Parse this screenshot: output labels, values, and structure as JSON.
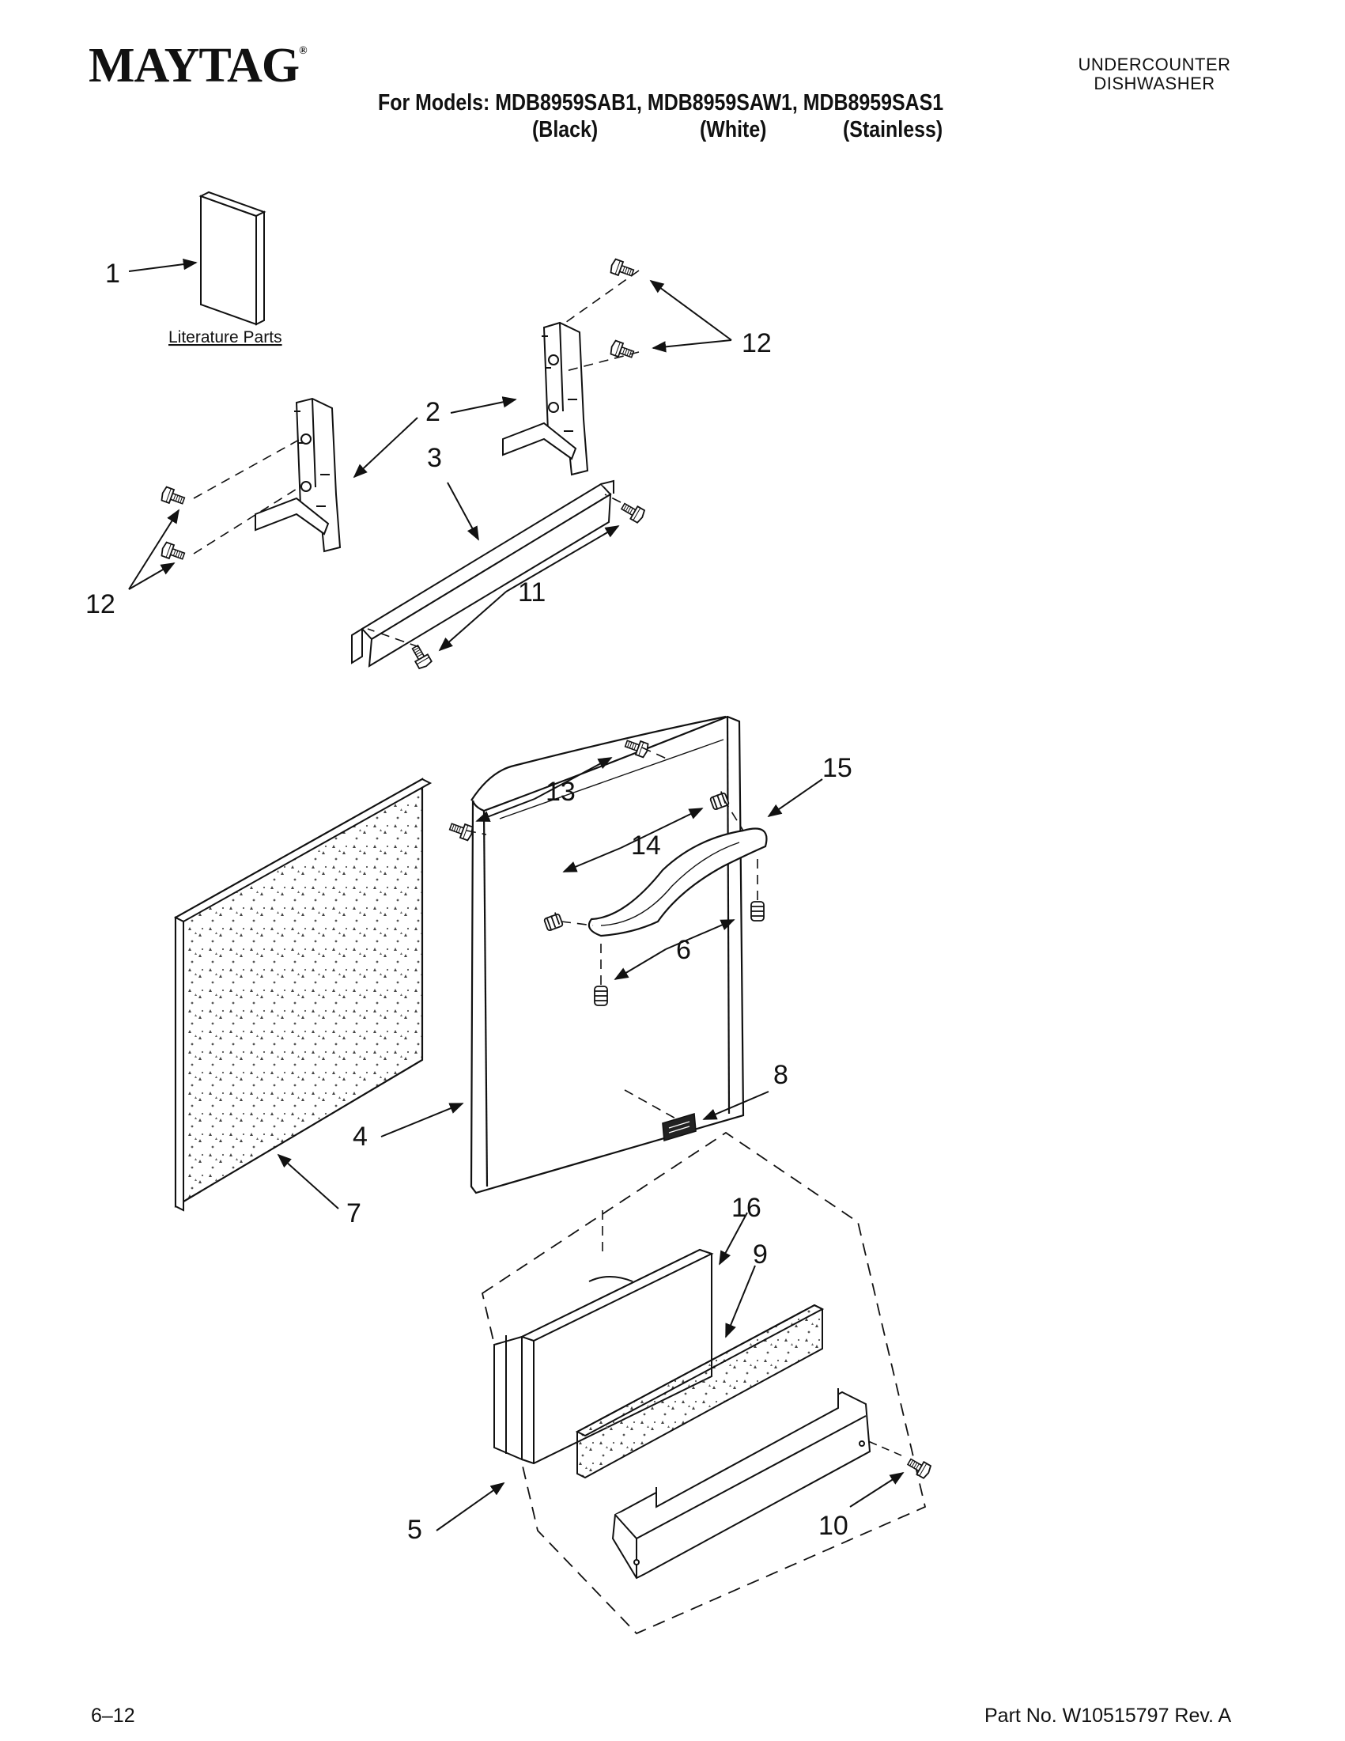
{
  "header": {
    "brand": "MAYTAG",
    "brand_mark": "®",
    "appliance_line1": "UNDERCOUNTER",
    "appliance_line2": "DISHWASHER",
    "models_line": "For Models: MDB8959SAB1, MDB8959SAW1, MDB8959SAS1",
    "color_black": "(Black)",
    "color_white": "(White)",
    "color_stainless": "(Stainless)"
  },
  "diagram": {
    "literature_label": "Literature Parts",
    "callouts": {
      "c1": "1",
      "c2": "2",
      "c3": "3",
      "c4": "4",
      "c5": "5",
      "c6": "6",
      "c7": "7",
      "c8": "8",
      "c9": "9",
      "c10": "10",
      "c11": "11",
      "c12a": "12",
      "c12b": "12",
      "c13": "13",
      "c14": "14",
      "c15": "15",
      "c16": "16"
    }
  },
  "footer": {
    "date": "6–12",
    "part_number": "Part No. W10515797 Rev. A"
  }
}
